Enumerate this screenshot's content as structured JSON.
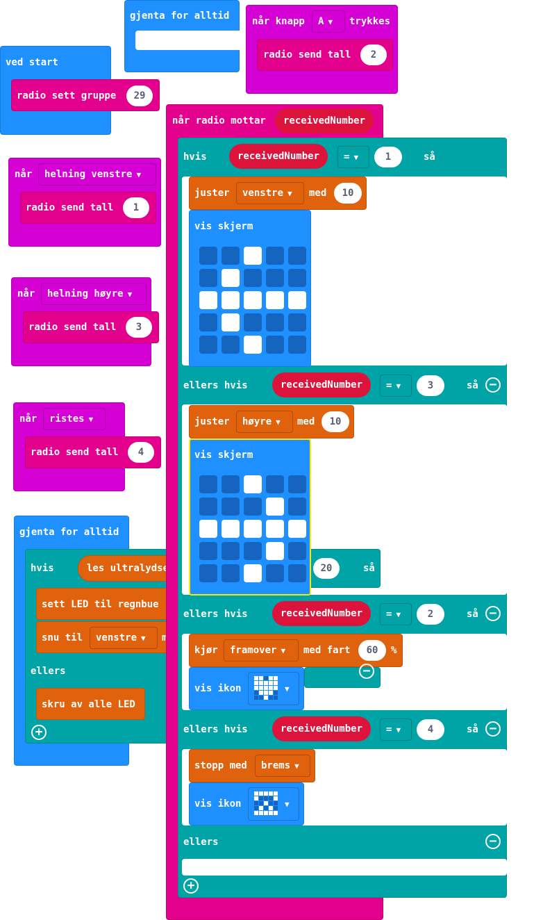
{
  "blocks": {
    "forever_top": {
      "label": "gjenta for alltid"
    },
    "button_a": {
      "label_when": "når knapp",
      "button": "A",
      "label_pressed": "trykkes",
      "send_label": "radio send tall",
      "send_value": "2"
    },
    "on_start": {
      "label": "ved start",
      "group_label": "radio sett gruppe",
      "group_value": "29"
    },
    "tilt_left": {
      "label_when": "når",
      "gesture": "helning venstre",
      "send_label": "radio send tall",
      "send_value": "1"
    },
    "tilt_right": {
      "label_when": "når",
      "gesture": "helning høyre",
      "send_label": "radio send tall",
      "send_value": "3"
    },
    "shake": {
      "label_when": "når",
      "gesture": "ristes",
      "send_label": "radio send tall",
      "send_value": "4"
    },
    "forever_bottom": {
      "label": "gjenta for alltid",
      "if_label": "hvis",
      "sensor_label": "les ultralydse",
      "led_label": "sett LED til regnbue",
      "turn_label": "snu til",
      "turn_dir": "venstre",
      "turn_trail": "m",
      "else_label": "ellers",
      "off_label": "skru av alle LED",
      "plus": "+"
    },
    "radio_received": {
      "label": "når radio mottar",
      "var": "receivedNumber",
      "if_label": "hvis",
      "then_label": "så",
      "elseif_label": "ellers hvis",
      "else_label": "ellers",
      "eq": "=",
      "cond1": "1",
      "cond2": "3",
      "cond3": "2",
      "cond4": "4",
      "adjust_label": "juster",
      "adjust1_dir": "venstre",
      "adjust2_dir": "høyre",
      "with_label": "med",
      "adjust1_value": "10",
      "adjust2_value": "10",
      "show_screen": "vis skjerm",
      "drive_label": "kjør",
      "drive_dir": "framover",
      "speed_label": "med fart",
      "speed_value": "60",
      "percent": "%",
      "show_icon": "vis ikon",
      "stop_label": "stopp med",
      "stop_mode": "brems",
      "hidden_value": "20",
      "hidden_then": "så",
      "minus": "−",
      "plus": "+"
    }
  },
  "colors": {
    "loops": "#1e90ff",
    "radio": "#e3008c",
    "input": "#d400d4",
    "logic": "#00a4a6",
    "motors": "#e0620d",
    "variable": "#dc143c"
  },
  "icons": [
    "dropdown-arrow-icon",
    "minus-icon",
    "plus-icon"
  ]
}
